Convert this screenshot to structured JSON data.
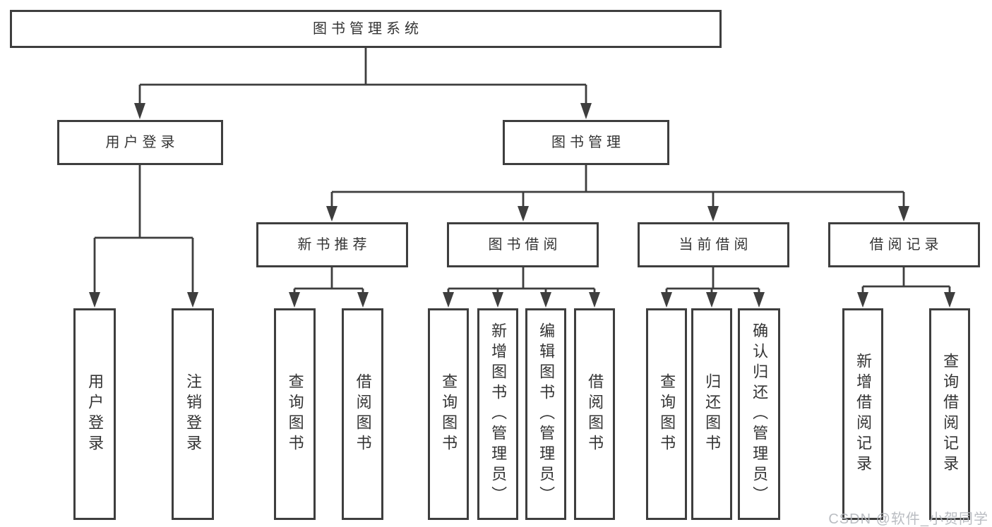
{
  "diagram": {
    "type": "hierarchy-tree",
    "colors": {
      "background": "#ffffff",
      "line": "#3e3e3e",
      "box_border": "#3e3e3e",
      "box_fill": "#ffffff",
      "text": "#343434",
      "watermark": "#b3b6bc"
    },
    "watermark": "CSDN @软件_小贺同学",
    "nodes": {
      "root": "图书管理系统",
      "user_login": "用户登录",
      "book_mgmt": "图书管理",
      "new_book": "新书推荐",
      "book_borrow": "图书借阅",
      "current_borrow": "当前借阅",
      "borrow_records": "借阅记录",
      "ul_login": "用户登录",
      "ul_logout": "注销登录",
      "nb_query": "查询图书",
      "nb_borrow": "借阅图书",
      "bb_query": "查询图书",
      "bb_add": "新增图书（管理员）",
      "bb_edit": "编辑图书（管理员）",
      "bb_borrow": "借阅图书",
      "cb_query": "查询图书",
      "cb_return": "归还图书",
      "cb_confirm": "确认归还（管理员）",
      "br_add": "新增借阅记录",
      "br_query": "查询借阅记录"
    },
    "hierarchy": {
      "图书管理系统": {
        "用户登录": [
          "用户登录",
          "注销登录"
        ],
        "图书管理": {
          "新书推荐": [
            "查询图书",
            "借阅图书"
          ],
          "图书借阅": [
            "查询图书",
            "新增图书（管理员）",
            "编辑图书（管理员）",
            "借阅图书"
          ],
          "当前借阅": [
            "查询图书",
            "归还图书",
            "确认归还（管理员）"
          ],
          "借阅记录": [
            "新增借阅记录",
            "查询借阅记录"
          ]
        }
      }
    }
  }
}
